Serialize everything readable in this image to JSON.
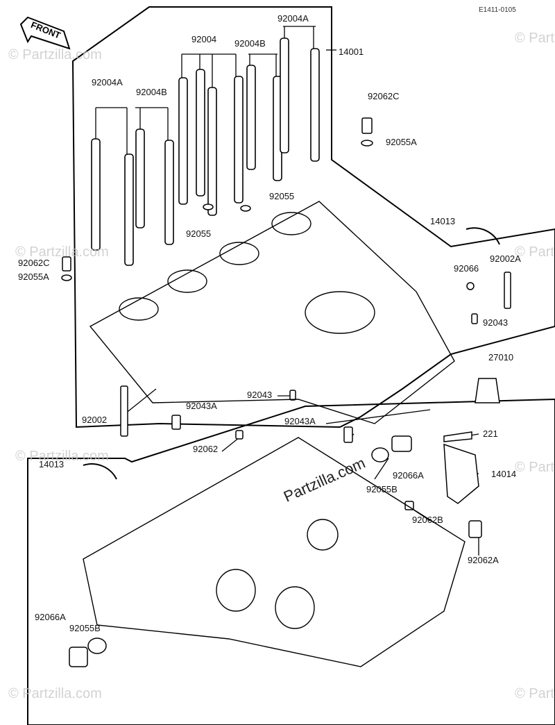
{
  "diagram": {
    "code": "E1411-0105",
    "front_label": "FRONT",
    "watermark_text": "© Partzilla.com",
    "center_watermark": "Partzilla.com",
    "parts": [
      {
        "id": "p1",
        "label": "92004A"
      },
      {
        "id": "p2",
        "label": "14001"
      },
      {
        "id": "p3",
        "label": "92004"
      },
      {
        "id": "p4",
        "label": "92004B"
      },
      {
        "id": "p5",
        "label": "92004A"
      },
      {
        "id": "p6",
        "label": "92004B"
      },
      {
        "id": "p7",
        "label": "92062C"
      },
      {
        "id": "p8",
        "label": "92055A"
      },
      {
        "id": "p9",
        "label": "92055"
      },
      {
        "id": "p10",
        "label": "92055"
      },
      {
        "id": "p11",
        "label": "14013"
      },
      {
        "id": "p12",
        "label": "92062C"
      },
      {
        "id": "p13",
        "label": "92055A"
      },
      {
        "id": "p14",
        "label": "92066"
      },
      {
        "id": "p15",
        "label": "92002A"
      },
      {
        "id": "p16",
        "label": "92043"
      },
      {
        "id": "p17",
        "label": "27010"
      },
      {
        "id": "p18",
        "label": "92043"
      },
      {
        "id": "p19",
        "label": "92043A"
      },
      {
        "id": "p20",
        "label": "92002"
      },
      {
        "id": "p21",
        "label": "92043A"
      },
      {
        "id": "p22",
        "label": "221"
      },
      {
        "id": "p23",
        "label": "92062"
      },
      {
        "id": "p24",
        "label": "14013"
      },
      {
        "id": "p25",
        "label": "92066A"
      },
      {
        "id": "p26",
        "label": "14014"
      },
      {
        "id": "p27",
        "label": "92055B"
      },
      {
        "id": "p28",
        "label": "92062B"
      },
      {
        "id": "p29",
        "label": "92062A"
      },
      {
        "id": "p30",
        "label": "92066A"
      },
      {
        "id": "p31",
        "label": "92055B"
      }
    ]
  }
}
